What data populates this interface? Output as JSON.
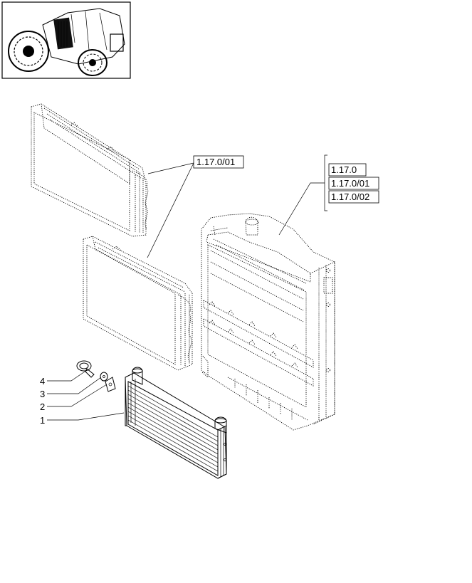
{
  "references": {
    "left_group": "1.17.0/01",
    "right_group": [
      "1.17.0",
      "1.17.0/01",
      "1.17.0/02"
    ]
  },
  "callouts": [
    "1",
    "2",
    "3",
    "4"
  ]
}
